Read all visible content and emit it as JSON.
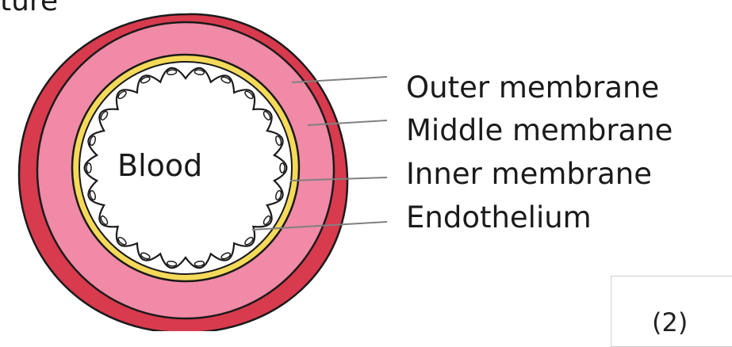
{
  "figure": {
    "title_fragment": "ture",
    "center_label": "Blood",
    "layers": [
      {
        "label": "Outer membrane",
        "color": "#d83a4e"
      },
      {
        "label": "Middle membrane",
        "color": "#f08aa6"
      },
      {
        "label": "Inner membrane",
        "color": "#f5da5a"
      },
      {
        "label": "Endothelium",
        "color": "#ffffff"
      }
    ],
    "outline_color": "#1a1a1a",
    "leader_color": "#808080",
    "figure_number": "(2)"
  }
}
